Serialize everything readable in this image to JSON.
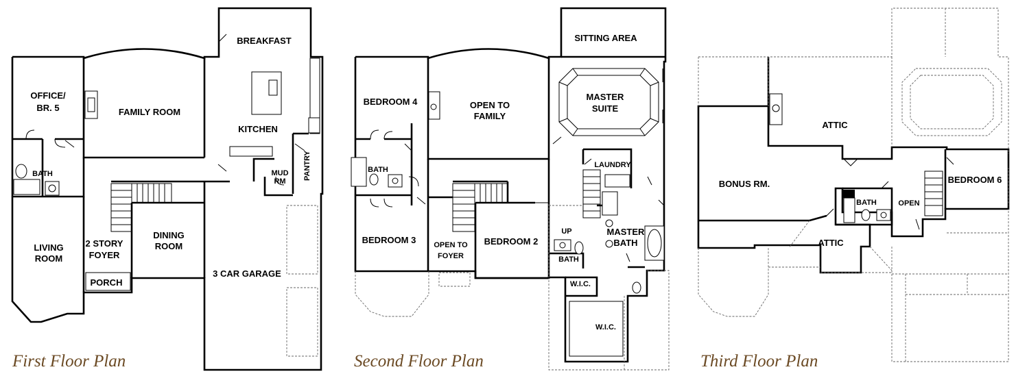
{
  "plans": [
    {
      "title": "First Floor Plan",
      "rooms": [
        "OFFICE/",
        "BR. 5",
        "FAMILY ROOM",
        "BREAKFAST",
        "KITCHEN",
        "BATH",
        "MUD",
        "RM",
        "PANTRY",
        "LIVING",
        "ROOM",
        "2 STORY",
        "FOYER",
        "DINING",
        "ROOM",
        "PORCH",
        "3 CAR GARAGE"
      ]
    },
    {
      "title": "Second Floor Plan",
      "rooms": [
        "BEDROOM 4",
        "OPEN TO",
        "FAMILY",
        "SITTING AREA",
        "MASTER",
        "SUITE",
        "LAUNDRY",
        "BATH",
        "BEDROOM 3",
        "OPEN TO",
        "FOYER",
        "BEDROOM 2",
        "UP",
        "MASTER",
        "BATH",
        "BATH",
        "W.I.C.",
        "W.I.C."
      ]
    },
    {
      "title": "Third Floor Plan",
      "rooms": [
        "ATTIC",
        "BONUS RM.",
        "BATH",
        "OPEN",
        "BEDROOM 6",
        "ATTIC"
      ]
    }
  ]
}
